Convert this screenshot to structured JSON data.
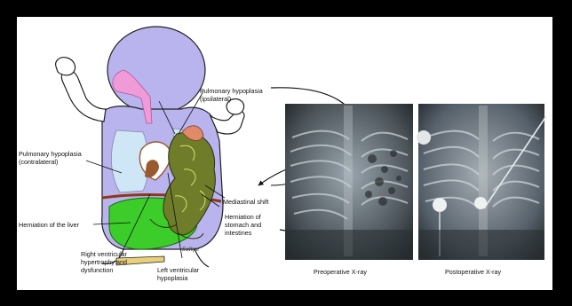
{
  "labels": {
    "pulm_hypo_ipsi_1": "Pulmonary hypoplasia",
    "pulm_hypo_ipsi_2": "(ipsilateral)",
    "pulm_hypo_contra_1": "Pulmonary hypoplasia",
    "pulm_hypo_contra_2": "(contralateral)",
    "mediastinal_shift": "Mediastinal shift",
    "herniation_liver": "Herniation of the liver",
    "herniation_stomach_1": "Herniation of",
    "herniation_stomach_2": "stomach and",
    "herniation_stomach_3": "intestines",
    "rv_1": "Right ventricular",
    "rv_2": "hypertrophy and",
    "rv_3": "dysfunction",
    "lv_1": "Left ventricular",
    "lv_2": "hypoplasia"
  },
  "captions": {
    "preop": "Preoperative X-ray",
    "postop": "Postoperative X-ray"
  },
  "signature": "Saltpe",
  "colors": {
    "frame": "#000000",
    "body": "#b9b3ee",
    "lungs": "#cfe6f7",
    "airway": "#f09ad8",
    "liver": "#3ccd2a",
    "intestines": "#6f7c2a",
    "heart": "#9a5a30"
  }
}
